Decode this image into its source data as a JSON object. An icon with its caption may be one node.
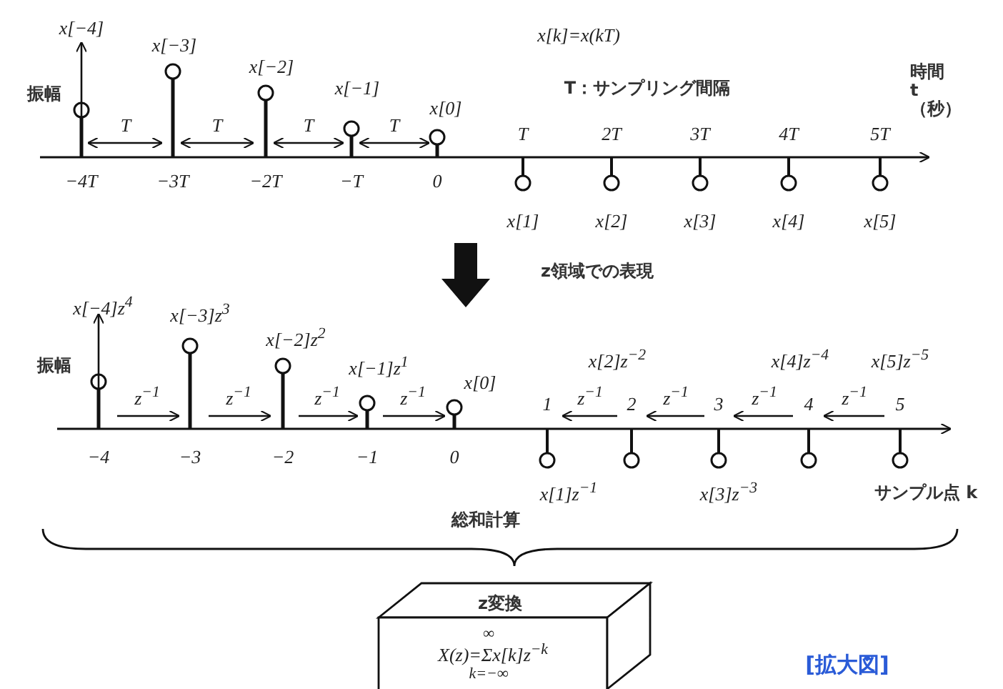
{
  "diagram": {
    "nodes": [
      {
        "text": [
          "z変換",
          "∞",
          "X(z)=Σx[k]z$^{−k}$",
          "k=−∞"
        ]
      }
    ],
    "labels": [
      "x[−4]",
      "x[−3]",
      "x[−2]",
      "x[−1]",
      "x[0]",
      "x[k]=x(kT)",
      "T：サンプリング間隔",
      "時間 t（秒）",
      "振幅",
      "T",
      "T",
      "T",
      "T",
      "−4T",
      "−3T",
      "−2T",
      "−T",
      "0",
      "T",
      "2T",
      "3T",
      "4T",
      "5T",
      "x[1]",
      "x[2]",
      "x[3]",
      "x[4]",
      "x[5]",
      "z領域での表現",
      "x[−4]z$^{4}$",
      "x[−3]z$^{3}$",
      "x[−2]z$^{2}$",
      "x[−1]z$^{1}$",
      "x[0]",
      "振幅",
      "z$^{−1}$",
      "z$^{−1}$",
      "z$^{−1}$",
      "z$^{−1}$",
      "−4",
      "−3",
      "−2",
      "−1",
      "0",
      "x[2]z$^{−2}$",
      "x[4]z$^{−4}$",
      "x[5]z$^{−5}$",
      "1",
      "2",
      "3",
      "4",
      "5",
      "z$^{−1}$",
      "z$^{−1}$",
      "z$^{−1}$",
      "z$^{−1}$",
      "x[1]z$^{−1}$",
      "x[3]z$^{−3}$",
      "サンプル点 k",
      "総和計算",
      "[拡大図]"
    ]
  }
}
